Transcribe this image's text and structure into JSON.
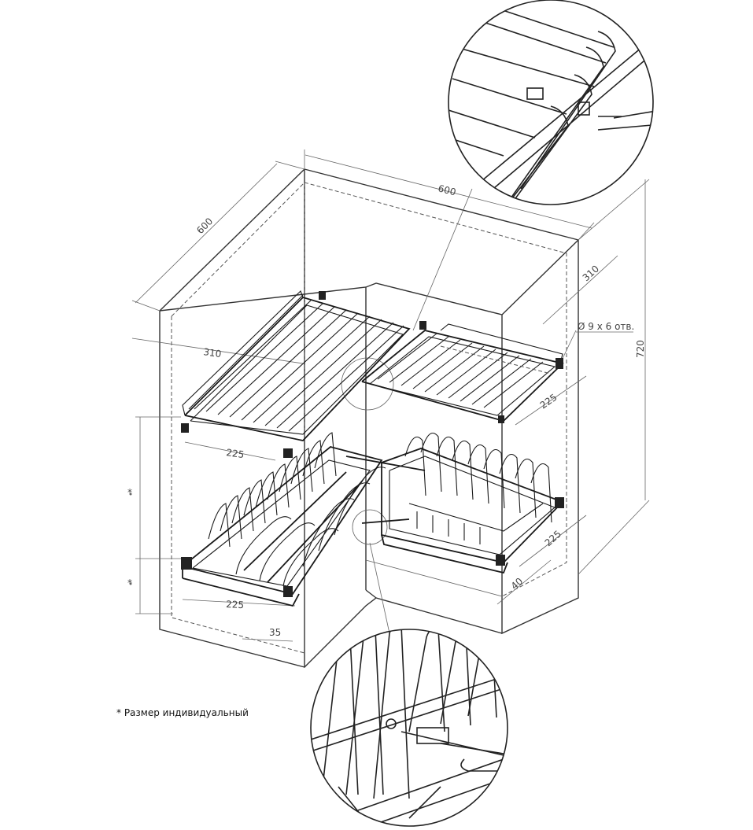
{
  "dimensions": {
    "cabinet_width": "600",
    "cabinet_depth": "600",
    "cabinet_height": "720",
    "upper_shelf_left_depth": "310",
    "upper_shelf_right_depth": "310",
    "upper_shelf_left_width": "225",
    "upper_shelf_right_width": "225",
    "lower_shelf_left_width": "225",
    "lower_shelf_right_width": "225",
    "bottom_offset_left": "35",
    "bottom_offset_right": "40",
    "mounting_holes": "Ø 9 х 6 отв."
  },
  "notes": {
    "size_note": "* Размер индивидуальный",
    "asterisk_mark": "*"
  }
}
